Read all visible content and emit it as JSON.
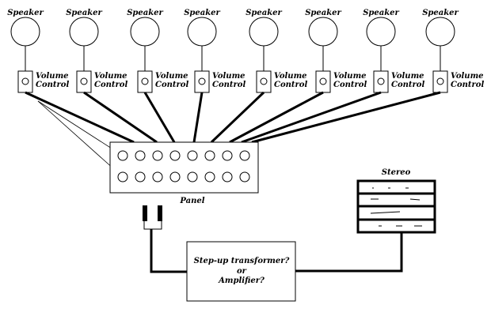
{
  "speakers": [
    {
      "label": "Speaker",
      "control_label_1": "Volume",
      "control_label_2": "Control"
    },
    {
      "label": "Speaker",
      "control_label_1": "Volume",
      "control_label_2": "Control"
    },
    {
      "label": "Speaker",
      "control_label_1": "Volume",
      "control_label_2": "Control"
    },
    {
      "label": "Speaker",
      "control_label_1": "Volume",
      "control_label_2": "Control"
    },
    {
      "label": "Speaker",
      "control_label_1": "Volume",
      "control_label_2": "Control"
    },
    {
      "label": "Speaker",
      "control_label_1": "Volume",
      "control_label_2": "Control"
    },
    {
      "label": "Speaker",
      "control_label_1": "Volume",
      "control_label_2": "Control"
    },
    {
      "label": "Speaker",
      "control_label_1": "Volume",
      "control_label_2": "Control"
    }
  ],
  "panel": {
    "label": "Panel"
  },
  "converter": {
    "line1": "Step-up transformer?",
    "line2": "or",
    "line3": "Amplifier?"
  },
  "stereo": {
    "label": "Stereo"
  },
  "colors": {
    "line": "#000000",
    "background": "#ffffff"
  }
}
